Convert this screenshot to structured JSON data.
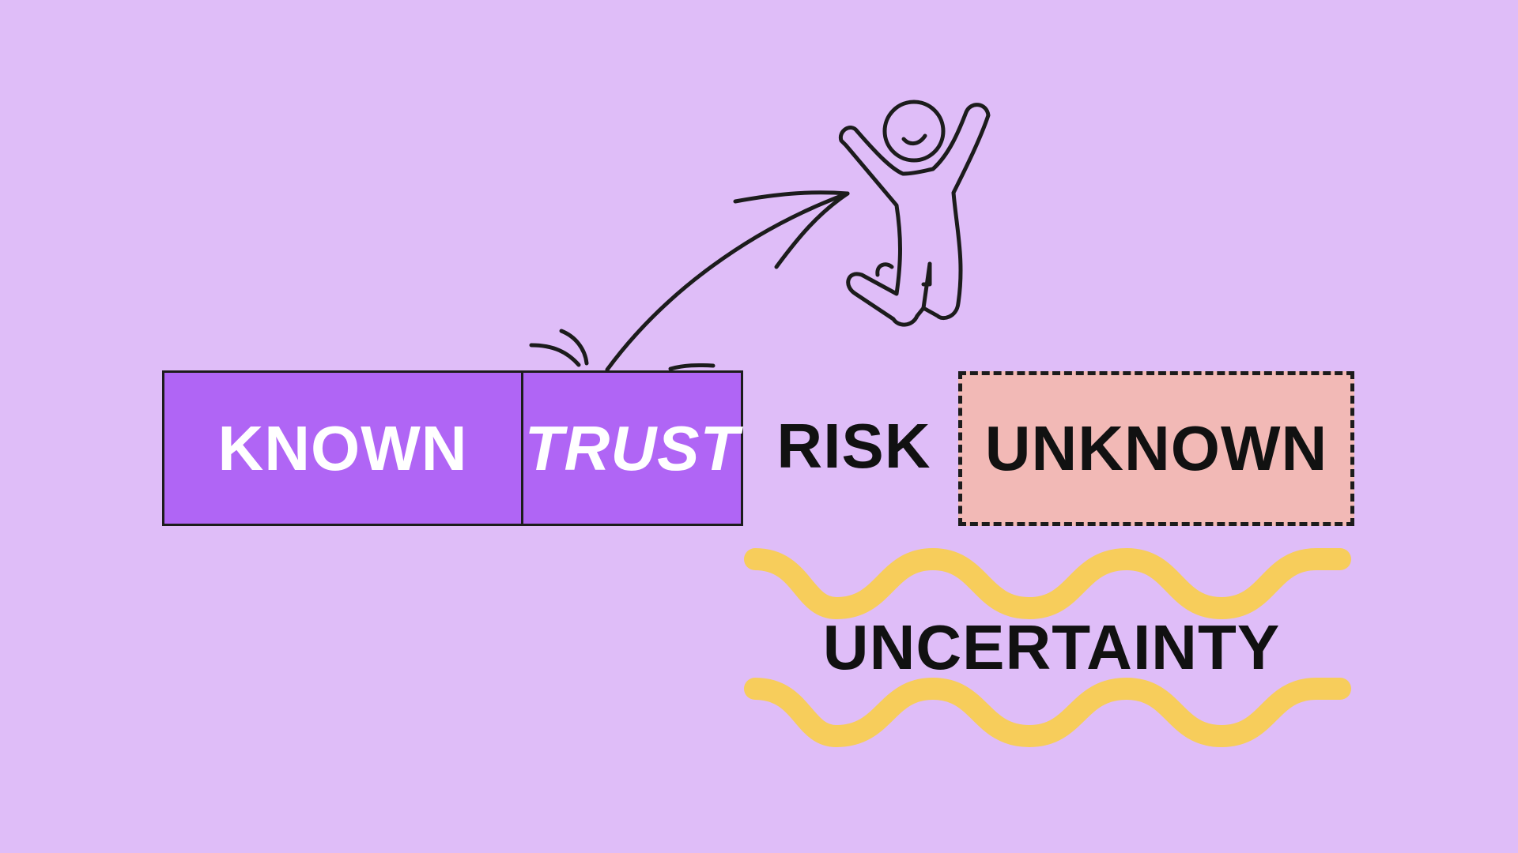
{
  "labels": {
    "known": "KNOWN",
    "trust": "TRUST",
    "risk": "RISK",
    "unknown": "UNKNOWN",
    "uncertainty": "UNCERTAINTY"
  },
  "colors": {
    "background": "#dfbdf8",
    "known_trust_fill": "#b065f5",
    "unknown_fill": "#f2b9b6",
    "wave": "#f7cd5b",
    "ink": "#1c1c1c"
  },
  "icons": [
    "jumping-person-icon",
    "leap-arrow-icon",
    "motion-lines-icon",
    "wavy-line-icon"
  ]
}
